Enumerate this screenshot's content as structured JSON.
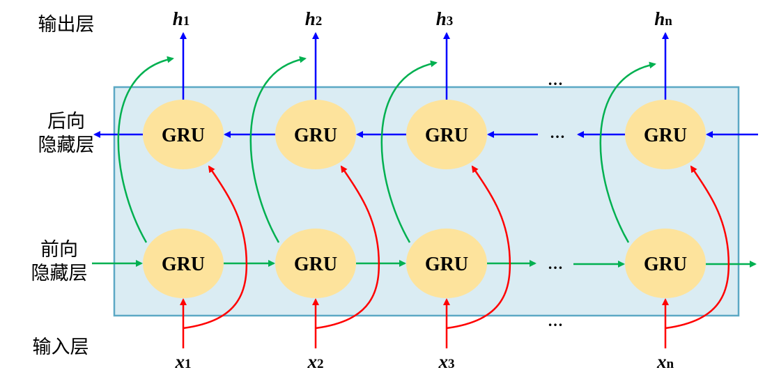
{
  "title": "Bidirectional GRU network structure",
  "layers": {
    "output": "输出层",
    "backward": "后向\n隐藏层",
    "forward": "前向\n隐藏层",
    "input": "输入层"
  },
  "cell_label": "GRU",
  "ellipsis": "…",
  "columns": [
    {
      "id": "1",
      "output_main": "h",
      "output_sub": "1",
      "input_main": "x",
      "input_sub": "1"
    },
    {
      "id": "2",
      "output_main": "h",
      "output_sub": "2",
      "input_main": "x",
      "input_sub": "2"
    },
    {
      "id": "3",
      "output_main": "h",
      "output_sub": "3",
      "input_main": "x",
      "input_sub": "3"
    },
    {
      "id": "n",
      "output_main": "h",
      "output_sub": "n",
      "input_main": "x",
      "input_sub": "n"
    }
  ],
  "colors": {
    "panel_fill": "#DAECF3",
    "panel_stroke": "#5BA8C4",
    "cell_fill": "#FDE39C",
    "backward_arrow": "#0000FF",
    "forward_arrow": "#00B050",
    "input_arrow": "#FF0000"
  }
}
